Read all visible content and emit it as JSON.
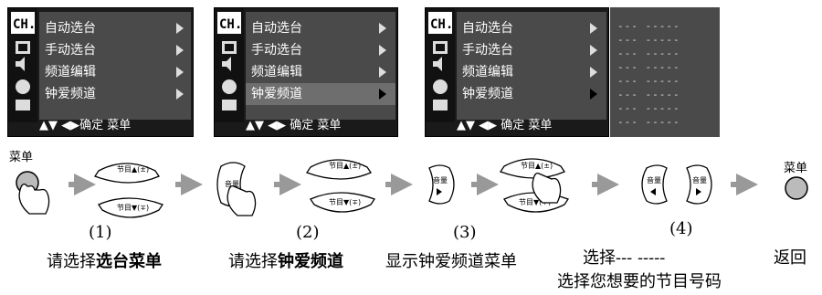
{
  "screens": [
    {
      "ch_label": "CH.",
      "items": [
        "自动选台",
        "手动选台",
        "频道编辑",
        "钟爱频道"
      ],
      "bottom": "▲▼ ◀▶确定  菜单"
    },
    {
      "ch_label": "CH.",
      "items": [
        "自动选台",
        "手动选台",
        "频道编辑",
        "钟爱频道"
      ],
      "bottom": "▲▼ ◀▶ 确定   菜单"
    },
    {
      "ch_label": "CH.",
      "items": [
        "自动选台",
        "手动选台",
        "频道编辑",
        "钟爱频道"
      ],
      "bottom": "▲▼ ◀▶ 确定   菜单"
    }
  ],
  "fav_grid": [
    "--- -----",
    "--- -----",
    "--- -----",
    "--- -----",
    "--- -----",
    "--- -----",
    "--- -----",
    "--- -----"
  ],
  "buttons": {
    "menu_label": "菜单",
    "prog_up": "节目▲(±)",
    "prog_down": "节目▼(∓)",
    "volume": "音量"
  },
  "steps": [
    {
      "num": "(1)",
      "caption_plain": "请选择",
      "caption_bold": "选台菜单"
    },
    {
      "num": "(2)",
      "caption_plain": "请选择",
      "caption_bold": "钟爱频道"
    },
    {
      "num": "(3)",
      "caption_plain": "显示钟爱频道菜单",
      "caption_bold": ""
    },
    {
      "num": "(4)",
      "caption_plain": "选择---  -----",
      "caption_line2": "选择您想要的节目号码"
    }
  ],
  "return_label": "返回"
}
